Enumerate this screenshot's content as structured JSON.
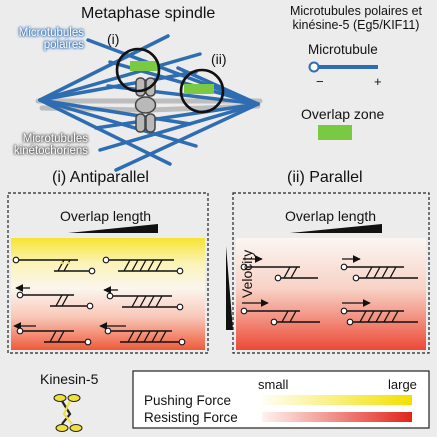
{
  "title": "Metaphase spindle",
  "legend": {
    "heading_line1": "Microtubules polaires et",
    "heading_line2": "kinésine-5 (Eg5/KIF11)",
    "microtubule_label": "Microtubule",
    "minus_sign": "−",
    "plus_sign": "+",
    "overlap_label": "Overlap zone"
  },
  "spindle": {
    "polar_label_line1": "Microtubules",
    "polar_label_line2": "polaires",
    "kinet_label_line1": "Microtubules",
    "kinet_label_line2": "kinétochoriens",
    "marker_i": "(i)",
    "marker_ii": "(ii)"
  },
  "panel_antiparallel": {
    "title": "(i) Antiparallel",
    "overlap_length": "Overlap length"
  },
  "panel_parallel": {
    "title": "(ii) Parallel",
    "overlap_length": "Overlap length"
  },
  "velocity_label": "Velocity",
  "kinesin_label": "Kinesin-5",
  "force_legend": {
    "small": "small",
    "large": "large",
    "pushing": "Pushing Force",
    "resisting": "Resisting Force"
  },
  "colors": {
    "microtubule_blue": "#2f6db3",
    "kinetochore_gray": "#b8b8b8",
    "overlap_green": "#7ac943",
    "motor_yellow": "#f1e03a",
    "pushing_gradient": [
      "#fdfbe6",
      "#f5e400"
    ],
    "resisting_gradient": [
      "#fde9e4",
      "#e8322b"
    ]
  }
}
